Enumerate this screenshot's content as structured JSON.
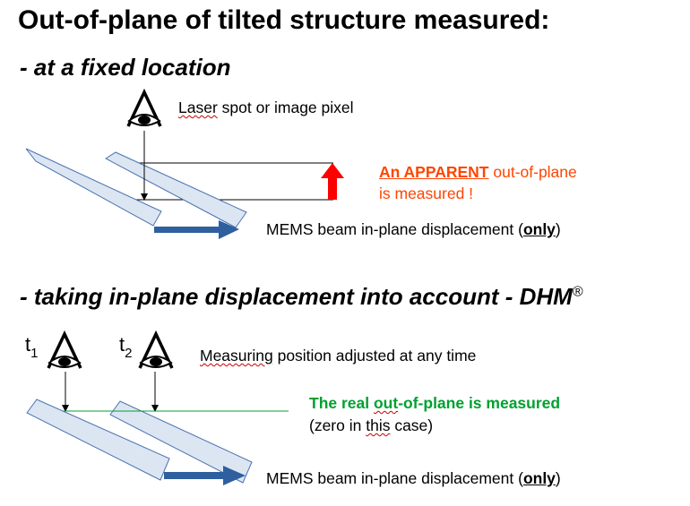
{
  "title": "Out-of-plane of tilted structure measured:",
  "section1": {
    "heading": "- at a fixed location",
    "laser_prefix": "Laser",
    "laser_rest": " spot or image pixel",
    "apparent_bold": "An APPARENT",
    "apparent_rest": " out-of-plane",
    "apparent_line2": "is measured !",
    "beam_label_prefix": "MEMS beam in-plane displacement (",
    "beam_label_only": "only",
    "beam_label_suffix": ")"
  },
  "section2": {
    "heading": "- taking in-plane displacement into account - DHM",
    "heading_mark": "®",
    "t1_base": "t",
    "t1_sub": "1",
    "t2_base": "t",
    "t2_sub": "2",
    "measuring_prefix": "Measuring",
    "measuring_rest": " position adjusted at any time",
    "real_prefix": "The real ",
    "real_word": "out",
    "real_rest": "-of-plane is measured",
    "zero_prefix": "(zero in ",
    "zero_word": "this",
    "zero_rest": " case)",
    "beam_label_prefix": "MEMS beam in-plane displacement (",
    "beam_label_only": "only",
    "beam_label_suffix": ")"
  },
  "colors": {
    "beam_fill": "#dce6f2",
    "beam_stroke": "#4a72b0",
    "blue_arrow": "#2f5f9f",
    "red_arrow": "#ff0000",
    "apparent_text": "#ff4500",
    "real_text": "#00a030",
    "real_line": "#00a030"
  }
}
